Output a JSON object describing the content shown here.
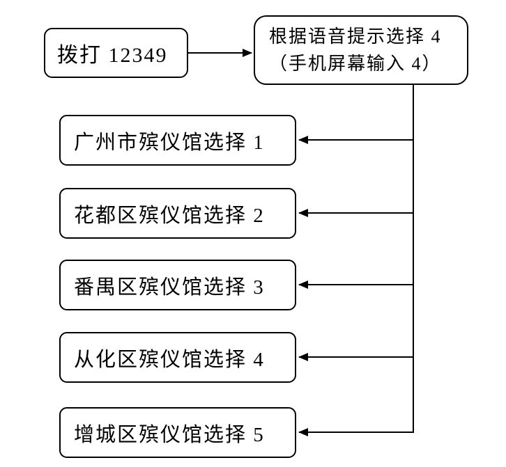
{
  "diagram": {
    "title_semantic": "12349 hotline funeral home phone menu flowchart",
    "colors": {
      "background": "#ffffff",
      "line": "#000000",
      "text": "#000000"
    },
    "nodes": {
      "dial": {
        "label": "拨打 12349"
      },
      "voice": {
        "line1": "根据语音提示选择 4",
        "line2": "（手机屏幕输入 4）"
      },
      "options": [
        {
          "label": "广州市殡仪馆选择 1"
        },
        {
          "label": "花都区殡仪馆选择 2"
        },
        {
          "label": "番禺区殡仪馆选择 3"
        },
        {
          "label": "从化区殡仪馆选择 4"
        },
        {
          "label": "增城区殡仪馆选择 5"
        }
      ]
    }
  }
}
